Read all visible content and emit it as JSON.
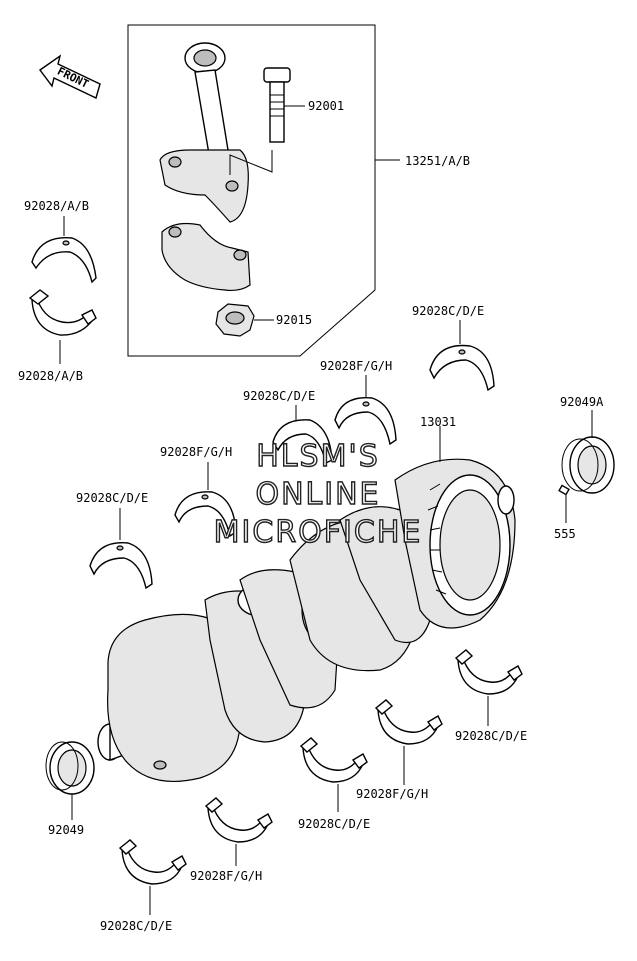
{
  "front_label": "FRONT",
  "watermark": {
    "line1": "HLSM'S",
    "line2": "ONLINE",
    "line3": "MICROFICHE"
  },
  "parts": {
    "rod_bolt": "92001",
    "rod_assy": "13251/A/B",
    "rod_bearing_upper": "92028/A/B",
    "rod_bearing_lower": "92028/A/B",
    "rod_nut": "92015",
    "main_bearing_top_right": "92028C/D/E",
    "main_bearing_fgh_upper": "92028F/G/H",
    "main_bearing_cde_upper": "92028C/D/E",
    "main_bearing_fgh_mid": "92028F/G/H",
    "main_bearing_cde_left": "92028C/D/E",
    "crankshaft": "13031",
    "oil_seal_right": "92049A",
    "pin": "555",
    "main_bearing_cde_lower_right": "92028C/D/E",
    "main_bearing_fgh_lower": "92028F/G/H",
    "main_bearing_cde_lower_mid": "92028C/D/E",
    "oil_seal_left": "92049",
    "main_bearing_fgh_bottom": "92028F/G/H",
    "main_bearing_cde_bottom": "92028C/D/E"
  }
}
